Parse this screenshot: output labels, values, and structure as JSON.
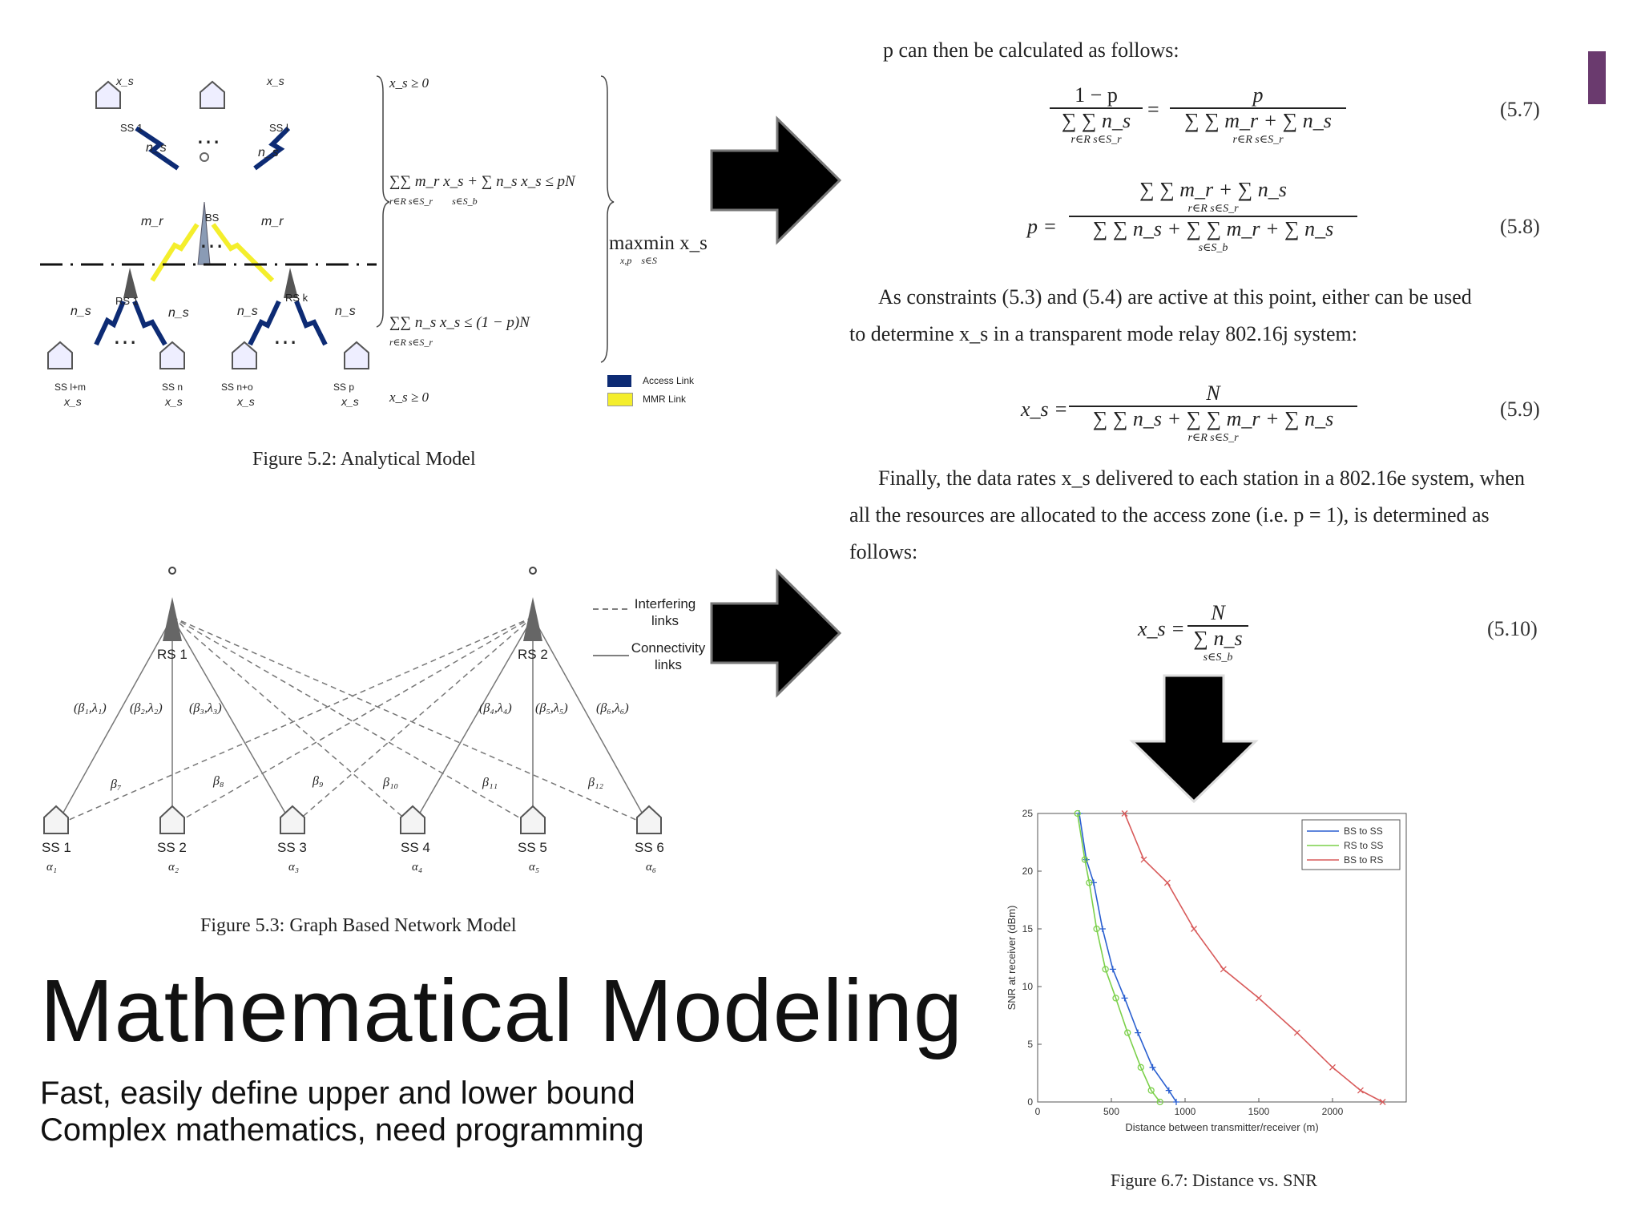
{
  "slide": {
    "title": "Mathematical Modeling",
    "bullets": [
      "Fast, easily define upper and lower bound",
      "Complex mathematics, need programming"
    ]
  },
  "fig52": {
    "caption": "Figure 5.2: Analytical Model",
    "labels": {
      "ss1": "SS 1",
      "ssl": "SS l",
      "bs": "BS",
      "rs1": "RS 1",
      "rsk": "RS k",
      "sslm": "SS l+m",
      "ssn": "SS n",
      "ssno": "SS n+o",
      "ssp": "SS p",
      "xs": "x_s",
      "ns": "n_s",
      "mr": "m_r",
      "dots": "…"
    },
    "constraints": {
      "c1": "x_s ≥ 0",
      "c2": "∑∑ m_r x_s + ∑ n_s x_s ≤ pN",
      "c2sub": "r∈R s∈S_r        s∈S_b",
      "c3": "∑∑ n_s x_s ≤ (1 − p)N",
      "c3sub": "r∈R s∈S_r",
      "c4": "x_s ≥ 0",
      "objective": "maxmin x_s",
      "objsub": "x,p    s∈S"
    },
    "legend": [
      {
        "label": "Access Link",
        "color": "#0d2b74"
      },
      {
        "label": "MMR Link",
        "color": "#f4ee2c"
      }
    ]
  },
  "fig53": {
    "caption": "Figure 5.3: Graph Based Network Model",
    "rs": [
      "RS 1",
      "RS 2"
    ],
    "ss": [
      "SS 1",
      "SS 2",
      "SS 3",
      "SS 4",
      "SS 5",
      "SS 6"
    ],
    "alpha": [
      "α₁",
      "α₂",
      "α₃",
      "α₄",
      "α₅",
      "α₆"
    ],
    "pairs": [
      "(β₁,λ₁)",
      "(β₂,λ₂)",
      "(β₃,λ₃)",
      "(β₄,λ₄)",
      "(β₅,λ₅)",
      "(β₆,λ₆)"
    ],
    "betas": [
      "β₇",
      "β₈",
      "β₉",
      "β₁₀",
      "β₁₁",
      "β₁₂"
    ],
    "legend": {
      "interfering": [
        "Interfering",
        "links"
      ],
      "connectivity": [
        "Connectivity",
        "links"
      ]
    }
  },
  "doc": {
    "intro": "p can then be calculated as follows:",
    "eq57": {
      "lhs_num": "1 − p",
      "lhs_den": "∑ ∑ n_s",
      "rhs_num": "p",
      "rhs_den": "∑ ∑ m_r + ∑ n_s",
      "num": "(5.7)"
    },
    "eq58": {
      "lhs": "p =",
      "num_expr": "∑ ∑ m_r + ∑ n_s",
      "den_expr": "∑ ∑ n_s + ∑ ∑ m_r + ∑ n_s",
      "num": "(5.8)"
    },
    "para1_l1": "As constraints (5.3) and (5.4) are active at this point, either can be used",
    "para1_l2": "to determine x_s in a transparent mode relay 802.16j system:",
    "eq59": {
      "lhs": "x_s =",
      "num_expr": "N",
      "den_expr": "∑ ∑ n_s + ∑ ∑ m_r + ∑ n_s",
      "num": "(5.9)"
    },
    "para2_l1": "Finally, the data rates x_s delivered to each station in a 802.16e system, when",
    "para2_l2": "all the resources are allocated to the access zone (i.e. p = 1), is determined as",
    "para2_l3": "follows:",
    "eq510": {
      "lhs": "x_s =",
      "num_expr": "N",
      "den_expr": "∑ n_s",
      "num": "(5.10)"
    },
    "subs": {
      "rs": "r∈R s∈S_r",
      "sb": "s∈S_b"
    }
  },
  "chart_data": {
    "type": "line",
    "title": "",
    "caption": "Figure 6.7: Distance vs. SNR",
    "xlabel": "Distance between transmitter/receiver (m)",
    "ylabel": "SNR at receiver (dBm)",
    "xlim": [
      0,
      2500
    ],
    "ylim": [
      0,
      25
    ],
    "xticks": [
      0,
      500,
      1000,
      1500,
      2000
    ],
    "yticks": [
      0,
      5,
      10,
      15,
      20,
      25
    ],
    "legend_position": "top-right",
    "series": [
      {
        "name": "BS to SS",
        "color": "#2a5fd0",
        "marker": "+",
        "x": [
          282,
          330,
          380,
          440,
          510,
          590,
          680,
          780,
          890,
          940
        ],
        "y": [
          25,
          21,
          19,
          15,
          11.5,
          9,
          6,
          3,
          1,
          0
        ]
      },
      {
        "name": "RS to SS",
        "color": "#7bd04a",
        "marker": "o",
        "x": [
          270,
          320,
          350,
          400,
          460,
          530,
          610,
          700,
          770,
          830
        ],
        "y": [
          25,
          21,
          19,
          15,
          11.5,
          9,
          6,
          3,
          1,
          0
        ]
      },
      {
        "name": "BS to RS",
        "color": "#d85a5a",
        "marker": "x",
        "x": [
          590,
          720,
          880,
          1060,
          1260,
          1500,
          1760,
          2000,
          2190,
          2340
        ],
        "y": [
          25,
          21,
          19,
          15,
          11.5,
          9,
          6,
          3,
          1,
          0
        ]
      }
    ]
  }
}
